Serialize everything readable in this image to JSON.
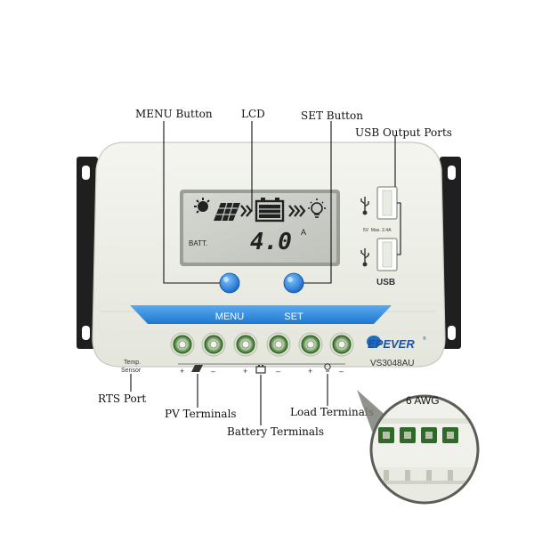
{
  "callouts": {
    "menu_button": "MENU Button",
    "lcd": "LCD",
    "set_button": "SET Button",
    "usb_output_ports": "USB Output Ports",
    "rts_port": "RTS Port",
    "pv_terminals": "PV Terminals",
    "battery_terminals": "Battery Terminals",
    "load_terminals": "Load Terminals",
    "wire_gauge": "6 AWG"
  },
  "lcd": {
    "batt_label": "BATT.",
    "reading": "4.0",
    "unit": "A"
  },
  "panel": {
    "menu_label": "MENU",
    "set_label": "SET",
    "brand": "EPEVER",
    "model": "VS3048AU",
    "usb_label": "USB",
    "usb_spec": "5V  Max. 2.4A",
    "temp_sensor": [
      "Temp.",
      "Sensor"
    ],
    "polarity": [
      "+",
      "–",
      "+",
      "–",
      "+",
      "–"
    ]
  },
  "colors": {
    "body": "#eef0e8",
    "button_blue": "#1e88e5",
    "banner_blue": "#2f8fe0",
    "terminal_green": "#4a8a3a",
    "lcd_bg": "#c9ccc6",
    "bracket": "#1f1f1f"
  }
}
